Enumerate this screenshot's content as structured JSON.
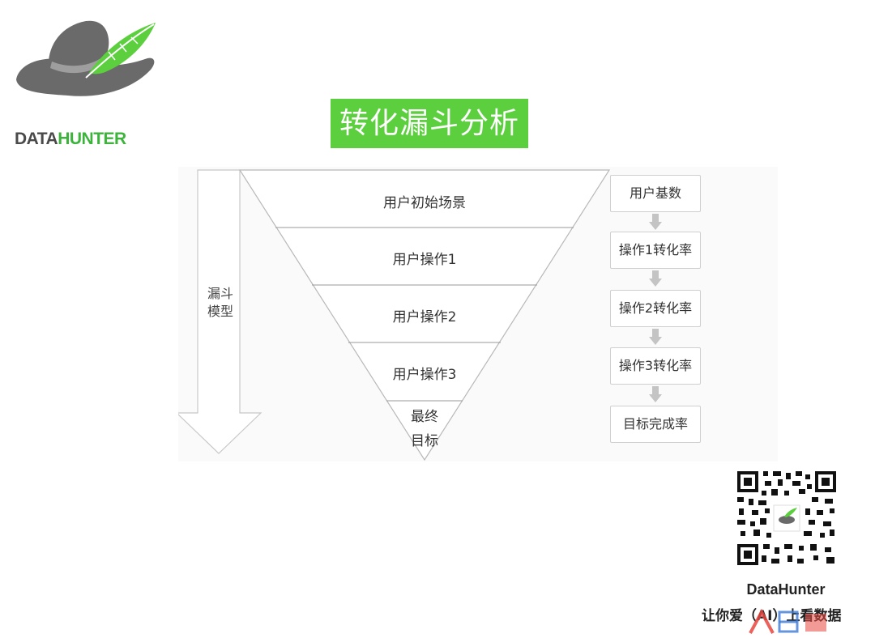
{
  "logo": {
    "brand_part1": "DATA",
    "brand_part2": "HUNTER",
    "icons": [
      "hat-icon",
      "feather-icon"
    ],
    "colors": {
      "hat": "#6a6a6a",
      "feather": "#5ccf3e",
      "accent": "#3cb43c"
    }
  },
  "title": "转化漏斗分析",
  "diagram": {
    "axis_label_line1": "漏斗",
    "axis_label_line2": "模型",
    "levels": [
      {
        "label": "用户初始场景"
      },
      {
        "label": "用户操作1"
      },
      {
        "label": "用户操作2"
      },
      {
        "label": "用户操作3"
      }
    ],
    "final_level_line1": "最终",
    "final_level_line2": "目标",
    "steps": [
      {
        "label": "用户基数"
      },
      {
        "label": "操作1转化率"
      },
      {
        "label": "操作2转化率"
      },
      {
        "label": "操作3转化率"
      },
      {
        "label": "目标完成率"
      }
    ]
  },
  "footer": {
    "brand_name": "DataHunter",
    "slogan": "让你爱（AI）上看数据",
    "qr_icon": "qr-code-icon",
    "watermark_icon": "watermark-logo-icon"
  }
}
